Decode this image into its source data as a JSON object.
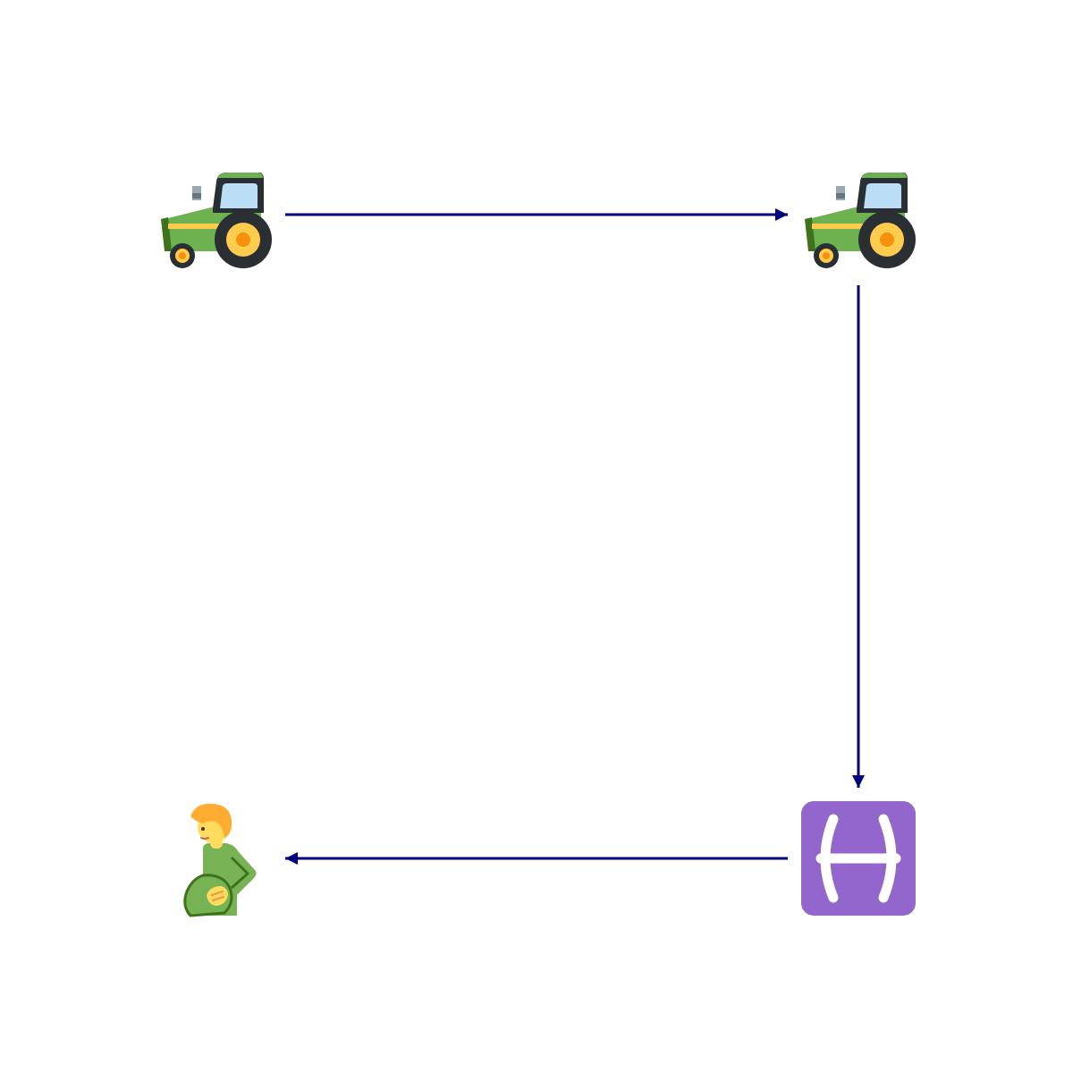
{
  "colors": {
    "arrow": "#00007f",
    "tractor_body": "#6db150",
    "tractor_dark": "#3e721d",
    "tractor_cab": "#292f33",
    "tractor_window": "#bbddf5",
    "tractor_stripe": "#ffcc4d",
    "wheel_hub": "#ffcc4d",
    "wheel_center": "#f4900c",
    "exhaust": "#99aab5",
    "pisces_bg": "#9266cc",
    "pisces_glyph": "#ffffff",
    "person_hair": "#ffac33",
    "person_skin": "#ffdc5d",
    "person_shirt": "#77b255",
    "person_outline": "#3e721d"
  },
  "nodes": [
    {
      "id": "tractor-a",
      "icon": "tractor-icon"
    },
    {
      "id": "tractor-b",
      "icon": "tractor-icon"
    },
    {
      "id": "pisces",
      "icon": "pisces-icon"
    },
    {
      "id": "pregnant-man",
      "icon": "pregnant-man-icon"
    }
  ],
  "edges": [
    {
      "from": "tractor-a",
      "to": "tractor-b"
    },
    {
      "from": "tractor-b",
      "to": "pisces"
    },
    {
      "from": "pisces",
      "to": "pregnant-man"
    }
  ]
}
